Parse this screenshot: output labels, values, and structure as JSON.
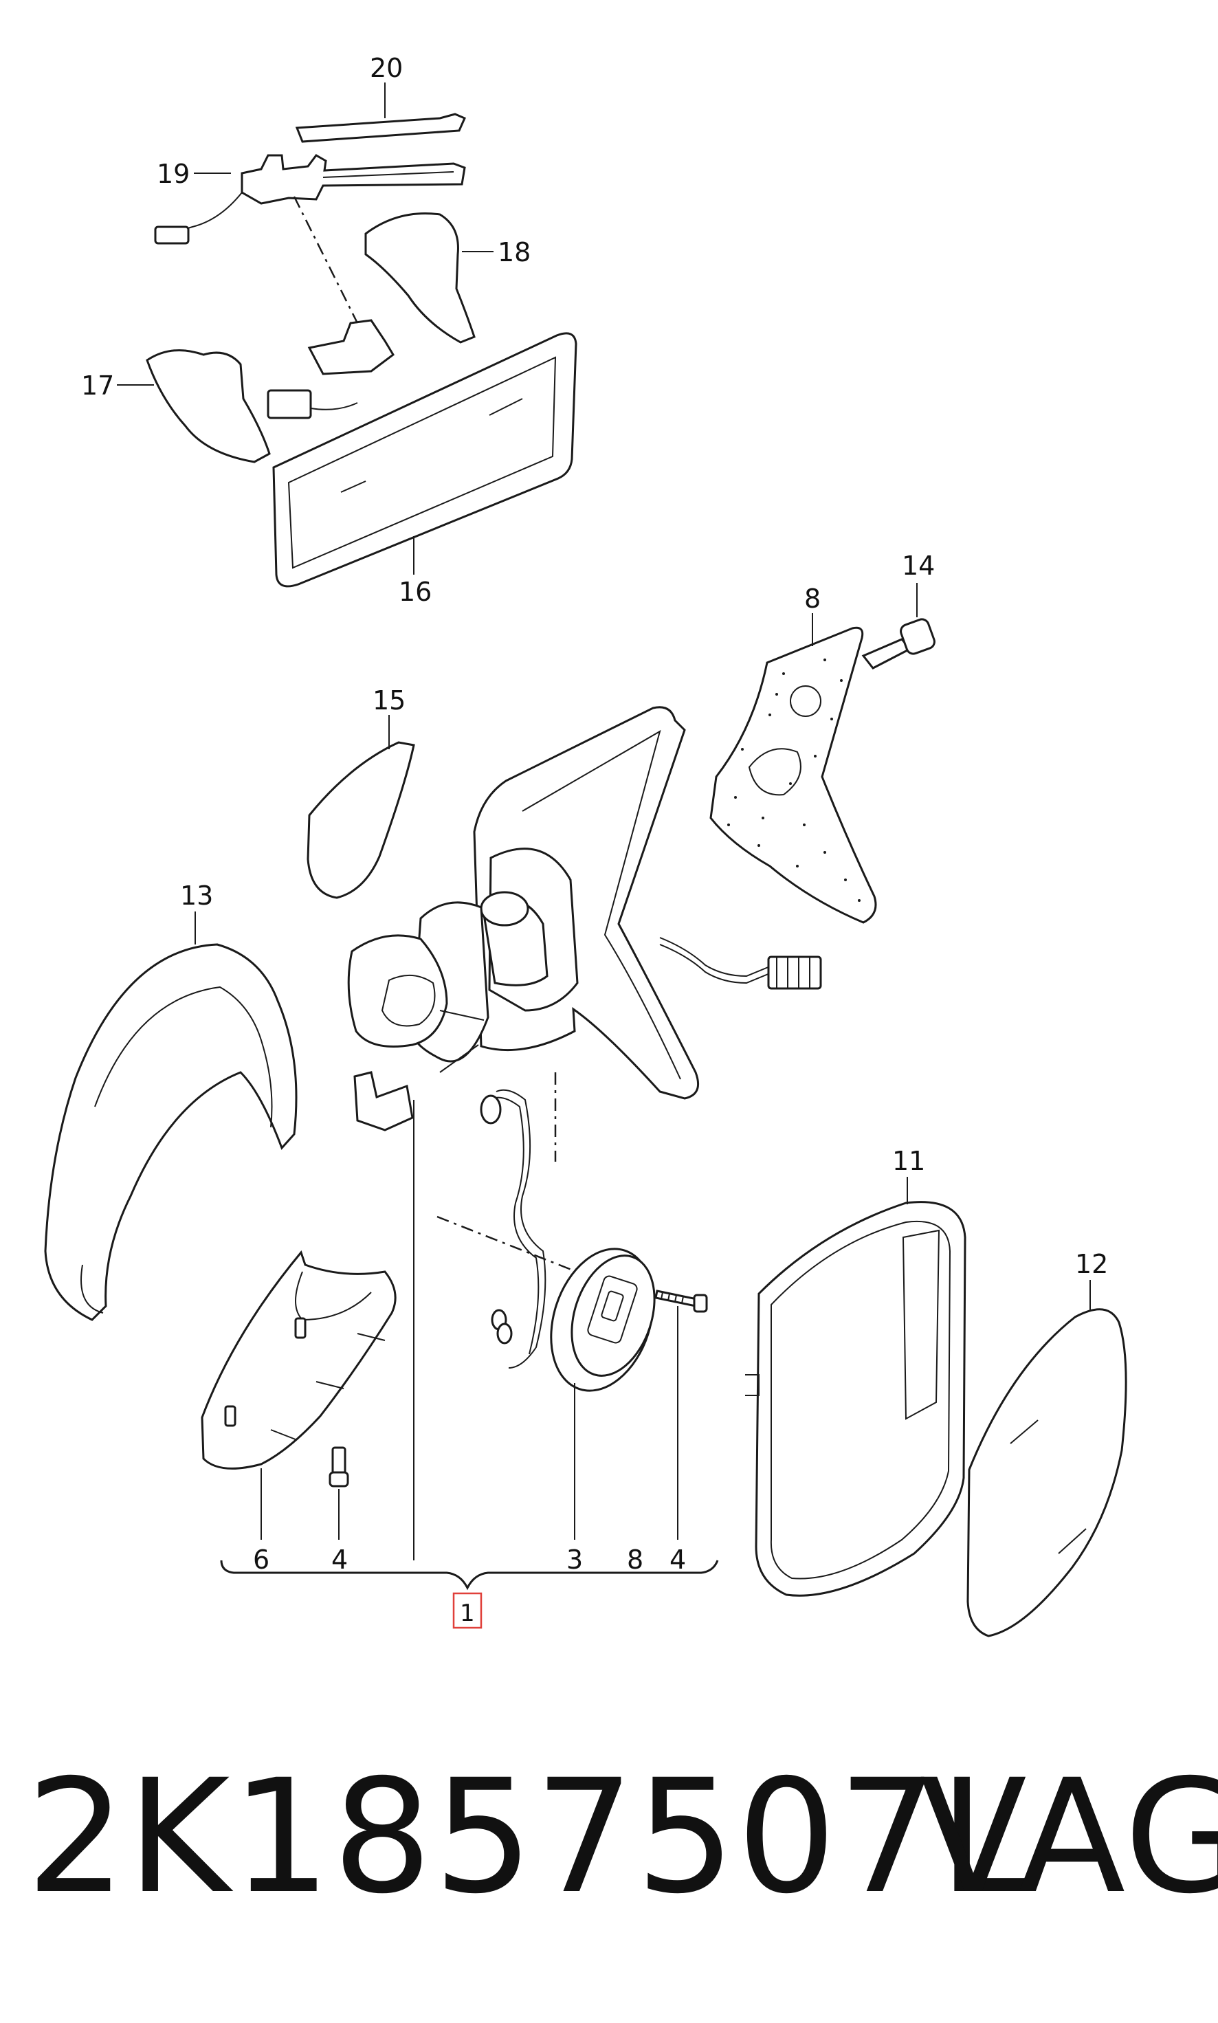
{
  "callouts": {
    "p20": "20",
    "p19": "19",
    "p18": "18",
    "p17": "17",
    "p16": "16",
    "p14": "14",
    "p8_top": "8",
    "p15": "15",
    "p13": "13",
    "p11": "11",
    "p12": "12",
    "p6": "6",
    "p4_left": "4",
    "p3": "3",
    "p8_bottom": "8",
    "p4_right": "4",
    "p1": "1"
  },
  "footer": {
    "part_number": "2K1857507L",
    "brand": "VAG"
  },
  "colors": {
    "line": "#1a1a1a",
    "highlight_box": "#e0403a",
    "background": "#ffffff"
  }
}
